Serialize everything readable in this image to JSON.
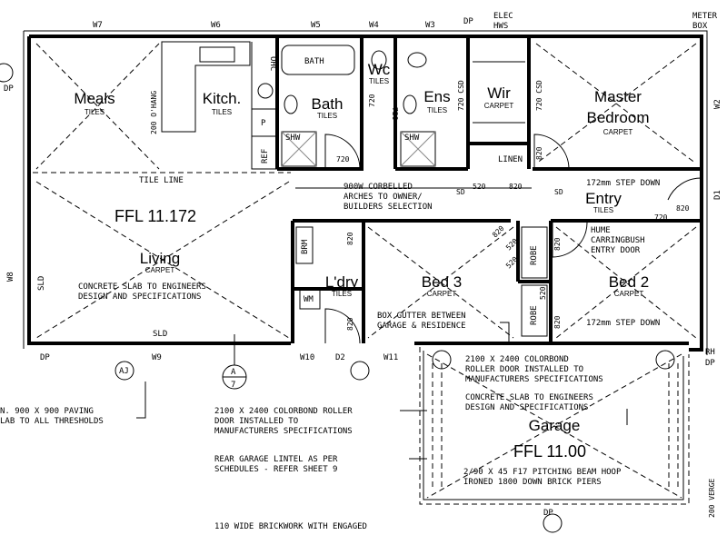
{
  "rooms": {
    "meals": {
      "name": "Meals",
      "finish": "TILES"
    },
    "kitchen": {
      "name": "Kitch.",
      "finish": "TILES"
    },
    "bath": {
      "name": "Bath",
      "finish": "TILES"
    },
    "wc": {
      "name": "Wc",
      "finish": "TILES"
    },
    "ens": {
      "name": "Ens",
      "finish": "TILES"
    },
    "wir": {
      "name": "Wir",
      "finish": "CARPET"
    },
    "master_line1": "Master",
    "master_line2": "Bedroom",
    "master_finish": "CARPET",
    "entry": {
      "name": "Entry",
      "finish": "TILES"
    },
    "living": {
      "name": "Living",
      "finish": "CARPET"
    },
    "laundry": {
      "name": "L'dry",
      "finish": "TILES"
    },
    "bed3": {
      "name": "Bed 3",
      "finish": "CARPET"
    },
    "bed2": {
      "name": "Bed 2",
      "finish": "CARPET"
    },
    "garage": {
      "name": "Garage"
    }
  },
  "levels": {
    "living_ffl": "FFL 11.172",
    "garage_ffl": "FFL 11.00"
  },
  "tags": {
    "w7": "W7",
    "w6": "W6",
    "w5": "W5",
    "w4": "W4",
    "w3": "W3",
    "w9": "W9",
    "w10": "W10",
    "d2": "D2",
    "w11": "W11",
    "w8": "W8",
    "w2": "W2",
    "d1": "D1",
    "dp_top": "DP",
    "dp_bottom": "DP",
    "dp_garage": "DP",
    "dp_left": "DP",
    "elec": "ELEC",
    "hws": "HWS",
    "meter": "METER",
    "box": "BOX",
    "rh": "RH",
    "dp_right": "DP",
    "sld_left": "SLD",
    "sld_bottom": "SLD",
    "bath_fixture": "BATH",
    "shw1": "SHW",
    "shw2": "SHW",
    "p": "P",
    "ref": "REF",
    "ohc": "OHC",
    "linen": "LINEN",
    "robe1": "ROBE",
    "robe2": "ROBE",
    "brm": "BRM",
    "wm": "WM",
    "aj": "AJ",
    "section_letter": "A",
    "section_number": "7"
  },
  "dims": {
    "d720a": "720",
    "d720b": "720",
    "d720c": "720",
    "d720d": "720",
    "d820a": "820",
    "d820b": "820",
    "d820c": "820",
    "d820d": "820",
    "d820e": "820",
    "d820f": "820",
    "d820g": "820",
    "d820h": "820",
    "d520a": "520",
    "d520b": "520",
    "d520c": "520",
    "d520d": "520",
    "csd1": "720 CSD",
    "csd2": "720 CSD",
    "sd1": "SD",
    "sd2": "SD",
    "ohang": "200 O'HANG",
    "verge": "200 VERGE"
  },
  "notes": {
    "tile_line": "TILE LINE",
    "corbel1": "900W CORBELLED",
    "corbel2": "ARCHES TO OWNER/",
    "corbel3": "BUILDERS SELECTION",
    "step1": "172mm STEP DOWN",
    "step2": "172mm STEP DOWN",
    "hume1": "HUME",
    "hume2": "CARRINGBUSH",
    "hume3": "ENTRY DOOR",
    "slab1": "CONCRETE SLAB TO ENGINEERS",
    "slab2": "DESIGN AND SPECIFICATIONS",
    "box1": "BOX GUTTER BETWEEN",
    "box2": "GARAGE & RESIDENCE",
    "roll1": "2100 X 2400 COLORBOND",
    "roll2": "ROLLER DOOR INSTALLED TO",
    "roll3": "MANUFACTURERS SPECIFICATIONS",
    "gslab1": "CONCRETE SLAB TO ENGINEERS",
    "gslab2": "DESIGN AND SPECIFICATIONS",
    "beam1": "2/90 X 45 F17 PITCHING BEAM HOOP",
    "beam2": "IRONED 1800 DOWN BRICK PIERS",
    "paving1": "N. 900 X 900 PAVING",
    "paving2": "LAB TO ALL THRESHOLDS",
    "door1": "2100 X 2400 COLORBOND ROLLER",
    "door2": "DOOR INSTALLED TO",
    "door3": "MANUFACTURERS SPECIFICATIONS",
    "lintel1": "REAR GARAGE LINTEL AS PER",
    "lintel2": "SCHEDULES - REFER SHEET 9",
    "brick": "110 WIDE BRICKWORK WITH ENGAGED"
  }
}
